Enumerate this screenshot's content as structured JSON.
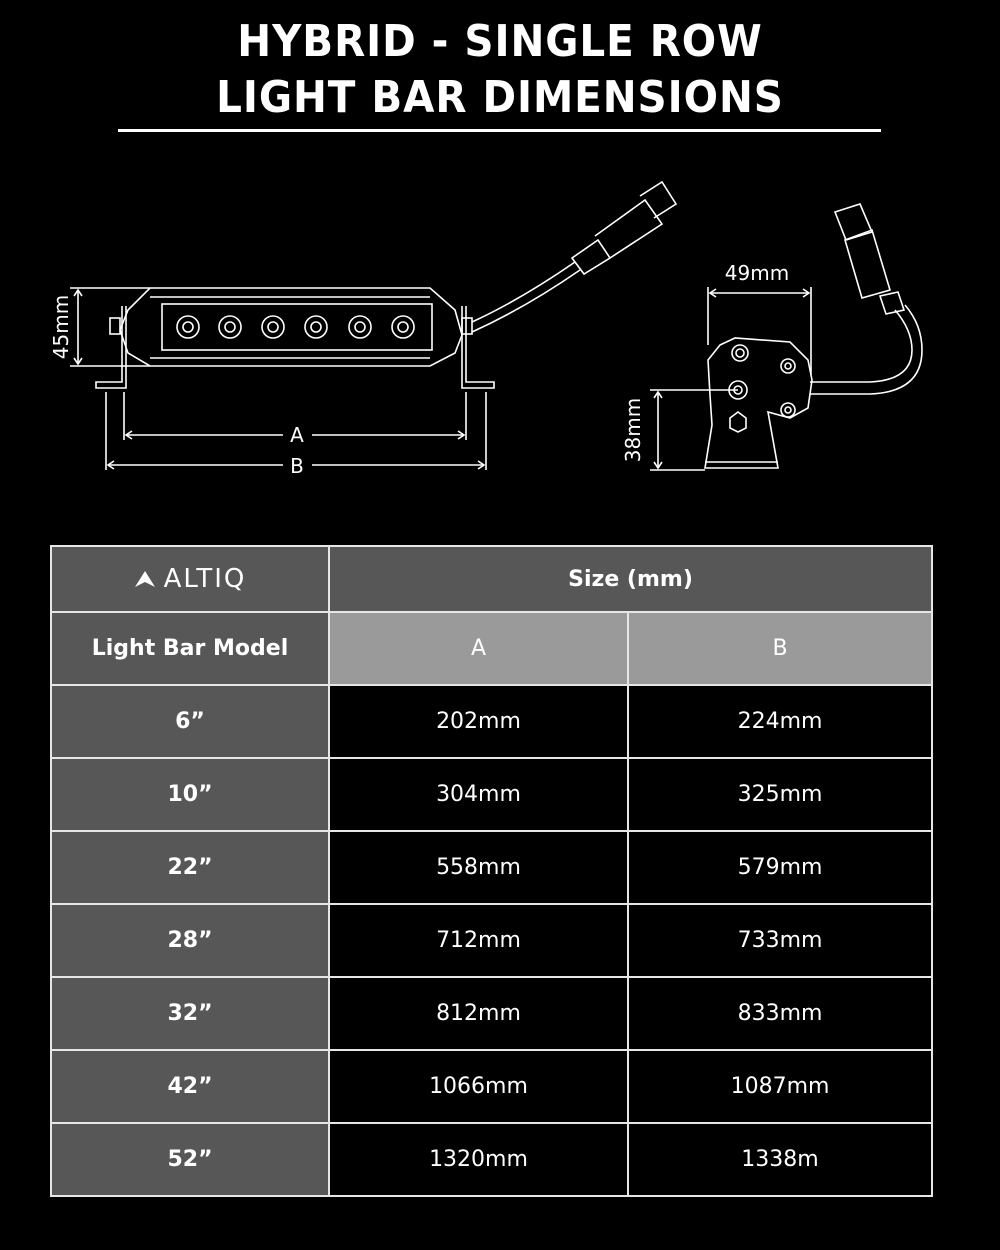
{
  "title": {
    "line1": "HYBRID - SINGLE ROW",
    "line2": "LIGHT BAR DIMENSIONS"
  },
  "diagram": {
    "front_view": {
      "height_label": "45mm",
      "dim_a_label": "A",
      "dim_b_label": "B",
      "led_count": 6
    },
    "side_view": {
      "width_label": "49mm",
      "height_label": "38mm"
    }
  },
  "table": {
    "brand": "ALTIQ",
    "brand_icon": "altiq-arrow-logo-icon",
    "size_header": "Size (mm)",
    "model_header": "Light Bar Model",
    "col_a": "A",
    "col_b": "B",
    "rows": [
      {
        "model": "6”",
        "a": "202mm",
        "b": "224mm"
      },
      {
        "model": "10”",
        "a": "304mm",
        "b": "325mm"
      },
      {
        "model": "22”",
        "a": "558mm",
        "b": "579mm"
      },
      {
        "model": "28”",
        "a": "712mm",
        "b": "733mm"
      },
      {
        "model": "32”",
        "a": "812mm",
        "b": "833mm"
      },
      {
        "model": "42”",
        "a": "1066mm",
        "b": "1087mm"
      },
      {
        "model": "52”",
        "a": "1320mm",
        "b": "1338m"
      }
    ]
  },
  "colors": {
    "background": "#000000",
    "header_dark": "#575757",
    "header_light": "#9a9a9a",
    "grid": "#e6e6e6",
    "text": "#ffffff"
  }
}
